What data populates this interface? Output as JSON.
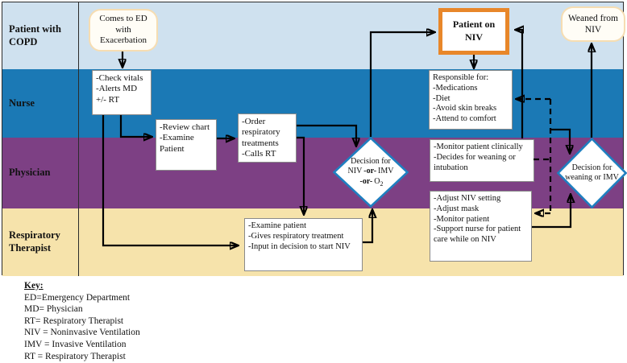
{
  "colors": {
    "lane_patient_bg": "#cfe1ef",
    "lane_nurse_bg": "#1b79b5",
    "lane_physician_bg": "#7d4084",
    "lane_rt_bg": "#f6e3ab",
    "niv_border_orange": "#e8872a",
    "rounded_border_cream": "#f6ddb2",
    "diamond_border_blue": "#1f7fc0",
    "connector_black": "#000000"
  },
  "lanes": [
    {
      "label": "Patient with COPD"
    },
    {
      "label": "Nurse"
    },
    {
      "label": "Physician"
    },
    {
      "label": "Respiratory Therapist"
    }
  ],
  "nodes": {
    "comes_to_ed": {
      "text": "Comes to ED with Exacerbation"
    },
    "patient_on_niv": {
      "line1": "Patient on",
      "line2": "NIV"
    },
    "weaned": {
      "text": "Weaned from NIV"
    },
    "check_vitals": {
      "lines": [
        "-Check vitals",
        "-Alerts MD",
        "+/- RT"
      ]
    },
    "review_chart": {
      "lines": [
        "-Review chart",
        "-Examine Patient"
      ]
    },
    "order_resp": {
      "lines": [
        "-Order respiratory treatments",
        "-Calls RT"
      ]
    },
    "responsible": {
      "lines": [
        "Responsible for:",
        "-Medications",
        "-Diet",
        "-Avoid skin breaks",
        "-Attend to comfort"
      ]
    },
    "monitor": {
      "lines": [
        "-Monitor patient clinically",
        "-Decides for weaning or intubation"
      ]
    },
    "adjust": {
      "lines": [
        "-Adjust NIV setting",
        "-Adjust mask",
        "-Monitor patient",
        "-Support nurse for patient care while on NIV"
      ]
    },
    "examine_rt": {
      "lines": [
        "-Examine patient",
        "-Gives respiratory treatment",
        "-Input in decision to start NIV"
      ]
    },
    "decision1": {
      "line1": "Decision for",
      "opt1": "NIV",
      "or": "-or-",
      "opt2": "IMV",
      "opt3": "O",
      "opt3_sub": "2"
    },
    "decision2": {
      "line1": "Decision for",
      "line2": "weaning or IMV"
    }
  },
  "key": {
    "title": "Key:",
    "entries": [
      "ED=Emergency Department",
      "MD= Physician",
      "RT= Respiratory Therapist",
      "NIV = Noninvasive Ventilation",
      "IMV = Invasive Ventilation",
      "RT = Respiratory Therapist"
    ]
  }
}
